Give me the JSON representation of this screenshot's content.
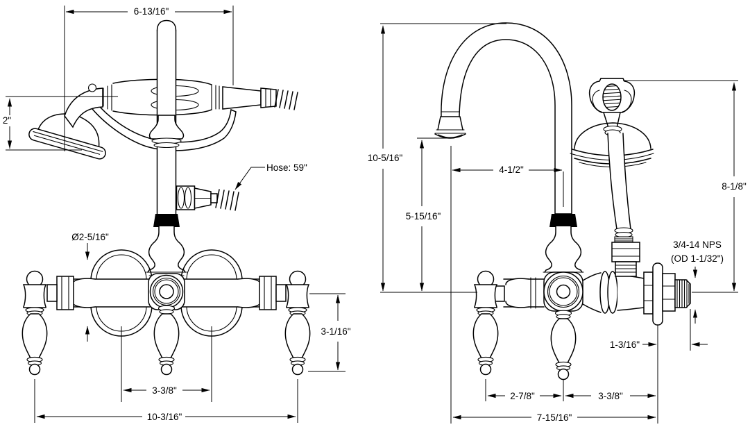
{
  "drawing": {
    "kind": "faucet-dimension-drawing",
    "background_color": "#ffffff",
    "line_color": "#000000",
    "front_view": {
      "dims": {
        "top_width": "6-13/16\"",
        "head_height": "2\"",
        "hose_label": "Hose: 59\"",
        "body_diameter": "Ø2-5/16\"",
        "handle_length": "3-1/16\"",
        "port_spacing": "3-3/8\"",
        "overall_width": "10-3/16\""
      }
    },
    "side_view": {
      "dims": {
        "spout_height": "10-5/16\"",
        "outlet_height": "5-15/16\"",
        "spout_reach": "4-1/2\"",
        "handshower_height": "8-1/8\"",
        "thread_spec": "3/4-14 NPS",
        "thread_od": "(OD 1-1/32\")",
        "nipple_length": "1-3/16\"",
        "handle_spacing": "2-7/8\"",
        "center_to_wall": "3-3/8\"",
        "overall_width": "7-15/16\""
      }
    }
  }
}
